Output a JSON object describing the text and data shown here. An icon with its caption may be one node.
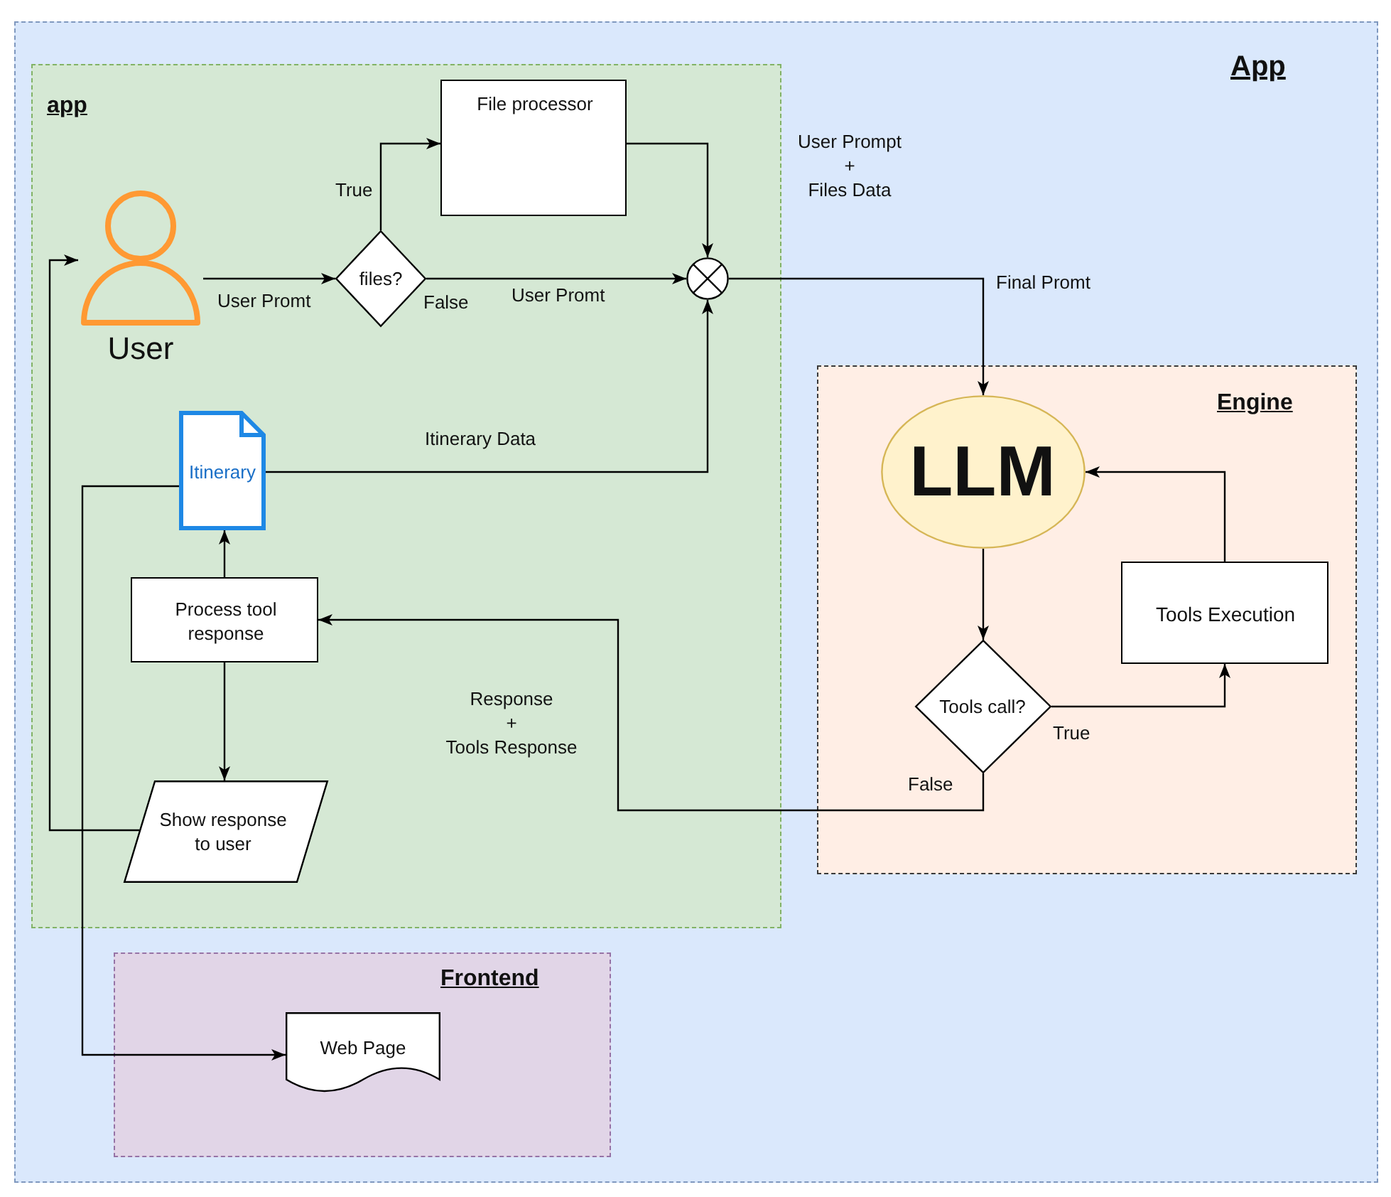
{
  "diagram": {
    "nodes": [
      {
        "text": [
          "App"
        ]
      },
      {
        "text": [
          "app"
        ],
        "in": 0
      },
      {
        "text": [
          "User"
        ],
        "in": 1
      },
      {
        "text": [
          "files?"
        ],
        "in": 1
      },
      {
        "text": [
          "File processor"
        ],
        "in": 1
      },
      {
        "text": [],
        "shape": "circle",
        "in": 1
      },
      {
        "text": [
          "Itinerary"
        ],
        "in": 1
      },
      {
        "text": [
          "Process tool response"
        ],
        "in": 1
      },
      {
        "text": [
          "Show response to user"
        ],
        "in": 1
      },
      {
        "text": [
          "Engine"
        ],
        "in": 0
      },
      {
        "text": [
          "LLM"
        ],
        "in": 9
      },
      {
        "text": [
          "Tools call?"
        ],
        "in": 9
      },
      {
        "text": [
          "Tools Execution"
        ],
        "in": 9
      },
      {
        "text": [
          "Frontend"
        ],
        "in": 0
      },
      {
        "text": [
          "Web Page"
        ],
        "in": 13
      }
    ],
    "edges": [
      {
        "from": 2,
        "to": 3,
        "arrow": "to",
        "label": "User Promt"
      },
      {
        "from": 3,
        "to": 4,
        "arrow": "to",
        "label": "True"
      },
      {
        "from": 3,
        "to": 5,
        "arrow": "to",
        "label": "User Promt"
      },
      {
        "from": 4,
        "to": 5,
        "arrow": "to",
        "label": "User Prompt + Files Data"
      },
      {
        "from": 6,
        "to": 5,
        "arrow": "to",
        "label": "Itinerary Data"
      },
      {
        "from": 5,
        "to": 10,
        "arrow": "to",
        "label": "Final Promt"
      },
      {
        "from": 10,
        "to": 11,
        "arrow": "to"
      },
      {
        "from": 11,
        "to": 12,
        "arrow": "to",
        "label": "True"
      },
      {
        "from": 12,
        "to": 10,
        "arrow": "to"
      },
      {
        "from": 11,
        "to": 7,
        "arrow": "to",
        "label": "Response + Tools Response"
      },
      {
        "from": 7,
        "to": 6,
        "arrow": "to"
      },
      {
        "from": 7,
        "to": 8,
        "arrow": "to"
      },
      {
        "from": 8,
        "to": 2,
        "arrow": "to"
      },
      {
        "from": 6,
        "to": 14,
        "arrow": "to"
      }
    ],
    "labels": [
      "False",
      "False"
    ]
  }
}
